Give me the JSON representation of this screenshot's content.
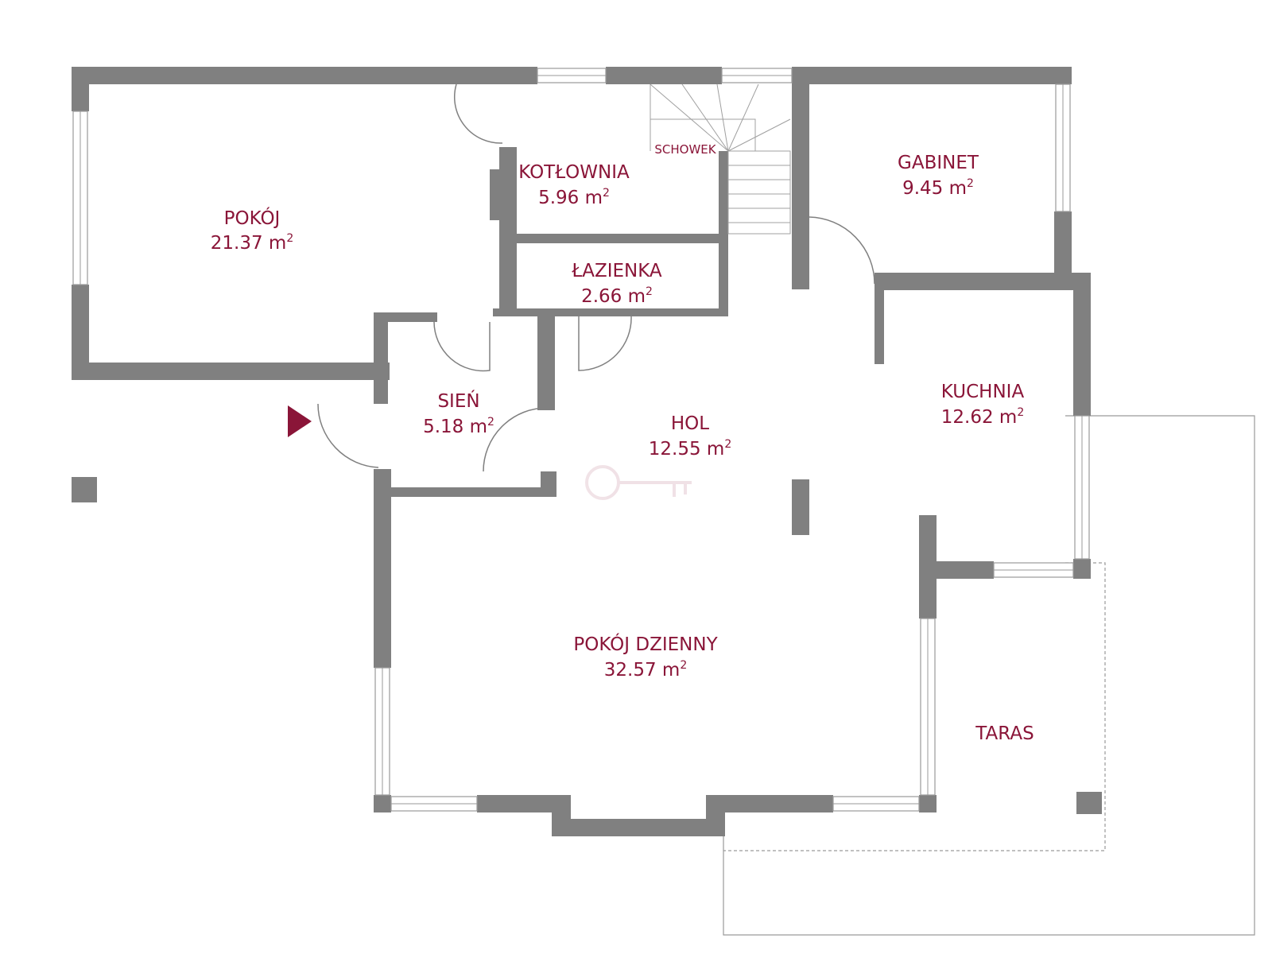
{
  "rooms": {
    "pokoj": {
      "name": "POKÓJ",
      "area": "21.37 m",
      "sup": "2"
    },
    "kotlownia": {
      "name": "KOTŁOWNIA",
      "area": "5.96 m",
      "sup": "2"
    },
    "gabinet": {
      "name": "GABINET",
      "area": "9.45 m",
      "sup": "2"
    },
    "lazienka": {
      "name": "ŁAZIENKA",
      "area": "2.66 m",
      "sup": "2"
    },
    "sien": {
      "name": "SIEŃ",
      "area": "5.18 m",
      "sup": "2"
    },
    "hol": {
      "name": "HOL",
      "area": "12.55 m",
      "sup": "2"
    },
    "kuchnia": {
      "name": "KUCHNIA",
      "area": "12.62 m",
      "sup": "2"
    },
    "pokoj_dzienny": {
      "name": "POKÓJ DZIENNY",
      "area": "32.57 m",
      "sup": "2"
    },
    "taras": {
      "name": "TARAS"
    }
  },
  "labels": {
    "schowek": "SCHOWEK"
  },
  "colors": {
    "wall": "#808080",
    "label": "#8a1538",
    "entrance_marker": "#8a1538"
  },
  "icons": {
    "entrance": "entrance-arrow-icon",
    "watermark": "key-watermark-icon"
  }
}
